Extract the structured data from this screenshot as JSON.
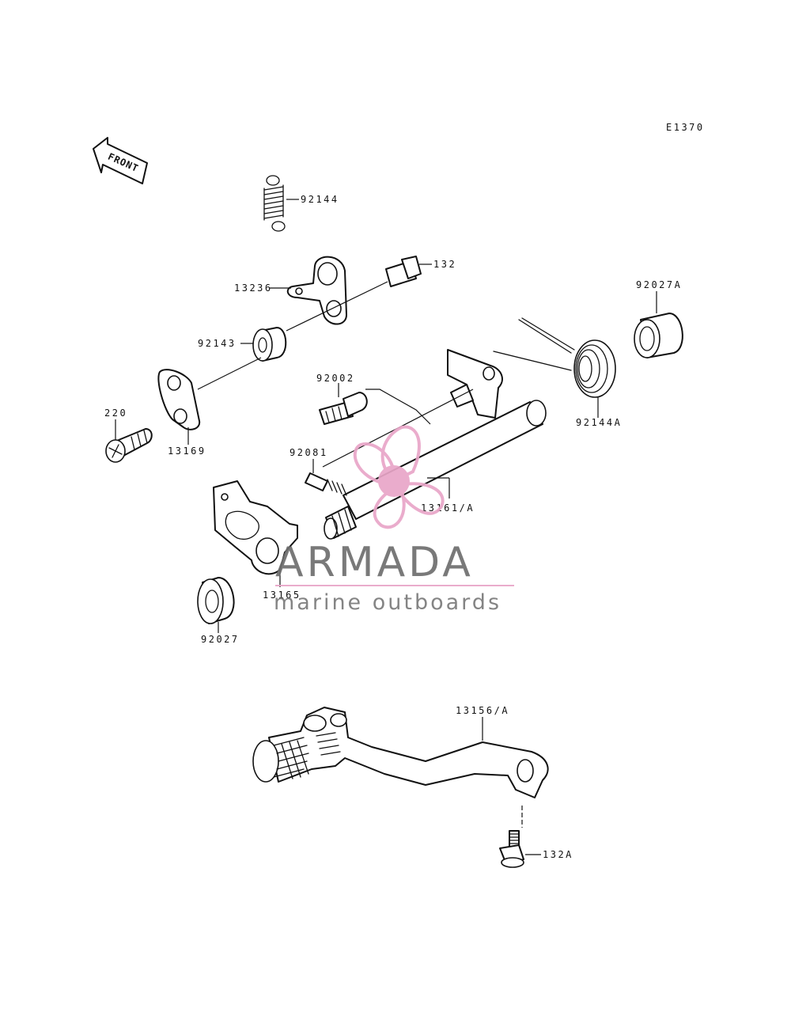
{
  "diagram_code": "E1370",
  "front_arrow_label": "FRONT",
  "parts": {
    "p92144": "92144",
    "p132": "132",
    "p13236": "13236",
    "p92027a": "92027A",
    "p92143": "92143",
    "p92002": "92002",
    "p220": "220",
    "p13169": "13169",
    "p92144a": "92144A",
    "p92081": "92081",
    "p13161a": "13161/A",
    "p13165": "13165",
    "p92027": "92027",
    "p13156a": "13156/A",
    "p132a": "132A"
  },
  "watermark": {
    "brand": "ARMADA",
    "tagline": "marine outboards",
    "logo_icon": "propeller-icon",
    "accent_color": "#e9a6c8"
  }
}
